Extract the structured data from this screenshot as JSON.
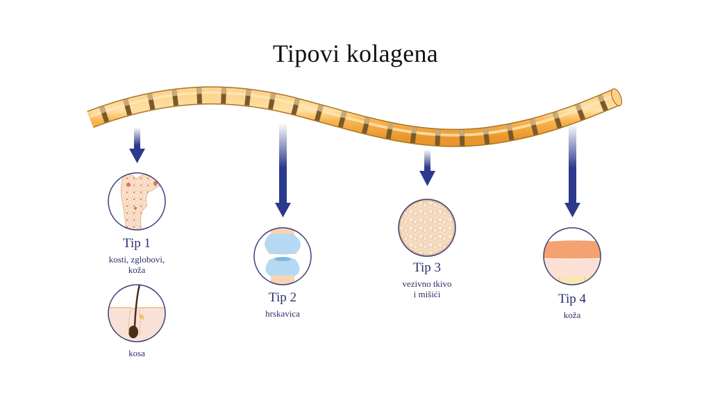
{
  "title": "Tipovi kolagena",
  "colors": {
    "arrow": "#2b3a8c",
    "text": "#2a2f6b",
    "circle_border": "#3a3f7a",
    "fiber": "#f8b550",
    "fiber_band": "#7a5a2a"
  },
  "types": [
    {
      "tip": "Tip 1",
      "desc": "kosti, zglobovi, koža",
      "desc_lines": [
        "kosti, zglobovi,",
        "koža"
      ],
      "icon": "bone-icon"
    },
    {
      "tip": "Tip 2",
      "desc": "hrskavica",
      "desc_lines": [
        "hrskavica"
      ],
      "icon": "cartilage-joint-icon"
    },
    {
      "tip": "Tip 3",
      "desc": "vezivno tkivo i mišići",
      "desc_lines": [
        "vezivno tkivo",
        "i mišići"
      ],
      "icon": "connective-tissue-icon"
    },
    {
      "tip": "Tip 4",
      "desc": "koža",
      "desc_lines": [
        "koža"
      ],
      "icon": "skin-layers-icon"
    }
  ],
  "extra": {
    "desc": "kosa",
    "icon": "hair-follicle-icon"
  }
}
